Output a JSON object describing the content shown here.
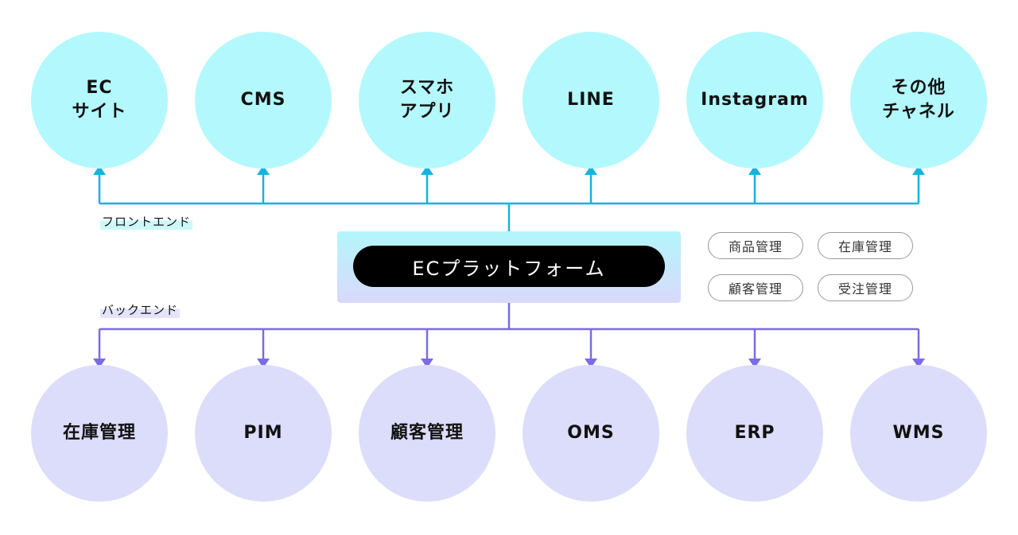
{
  "frontend": {
    "label": "フロントエンド",
    "channels": [
      {
        "label": "EC\nサイト"
      },
      {
        "label": "CMS"
      },
      {
        "label": "スマホ\nアプリ"
      },
      {
        "label": "LINE"
      },
      {
        "label": "Instagram"
      },
      {
        "label": "その他\nチャネル"
      }
    ],
    "color": "#15b3df",
    "fill": "#b3f8fc"
  },
  "platform": {
    "label": "ECプラットフォーム",
    "features": [
      "商品管理",
      "在庫管理",
      "顧客管理",
      "受注管理"
    ]
  },
  "backend": {
    "label": "バックエンド",
    "systems": [
      {
        "label": "在庫管理"
      },
      {
        "label": "PIM"
      },
      {
        "label": "顧客管理"
      },
      {
        "label": "OMS"
      },
      {
        "label": "ERP"
      },
      {
        "label": "WMS"
      }
    ],
    "color": "#7a6be6",
    "fill": "#dcdcfb"
  }
}
